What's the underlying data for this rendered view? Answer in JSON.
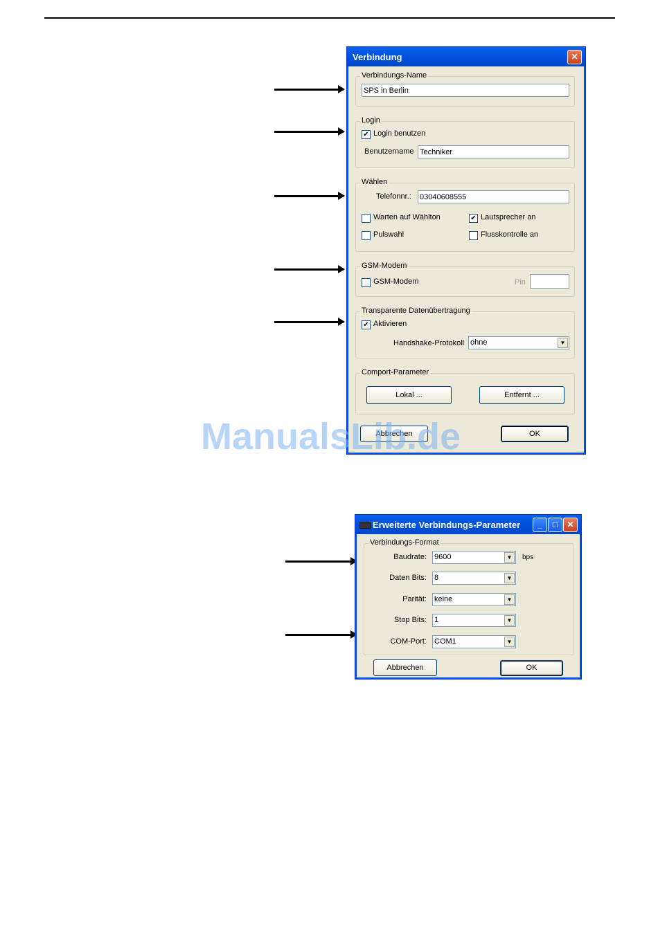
{
  "watermark": "ManualsLib.de",
  "dialog1": {
    "title": "Verbindung",
    "close": "✕",
    "name_group": {
      "legend": "Verbindungs-Name",
      "value": "SPS in Berlin"
    },
    "login_group": {
      "legend": "Login",
      "checkbox": "Login benutzen",
      "checked": "✔",
      "user_label": "Benutzername",
      "user_value": "Techniker"
    },
    "dial_group": {
      "legend": "Wählen",
      "phone_label": "Telefonnr.:",
      "phone_value": "03040608555",
      "wait": "Warten auf Wählton",
      "speaker": "Lautsprecher an",
      "speaker_checked": "✔",
      "pulse": "Pulswahl",
      "flow": "Flusskontrolle an"
    },
    "gsm_group": {
      "legend": "GSM-Modem",
      "checkbox": "GSM-Modem",
      "pin_label": "Pin"
    },
    "transparent_group": {
      "legend": "Transparente Datenübertragung",
      "checkbox": "Aktivieren",
      "checked": "✔",
      "handshake_label": "Handshake-Protokoll",
      "handshake_value": "ohne",
      "dd": "▼"
    },
    "comport_group": {
      "legend": "Comport-Parameter",
      "local": "Lokal ...",
      "remote": "Entfernt ..."
    },
    "cancel": "Abbrechen",
    "ok": "OK"
  },
  "dialog2": {
    "title": "Erweiterte Verbindungs-Parameter",
    "min": "_",
    "max": "□",
    "close": "✕",
    "group": {
      "legend": "Verbindungs-Format",
      "baud_label": "Baudrate:",
      "baud_value": "9600",
      "baud_unit": "bps",
      "data_label": "Daten Bits:",
      "data_value": "8",
      "parity_label": "Parität:",
      "parity_value": "keine",
      "stop_label": "Stop Bits:",
      "stop_value": "1",
      "com_label": "COM-Port:",
      "com_value": "COM1",
      "dd": "▼"
    },
    "cancel": "Abbrechen",
    "ok": "OK"
  }
}
